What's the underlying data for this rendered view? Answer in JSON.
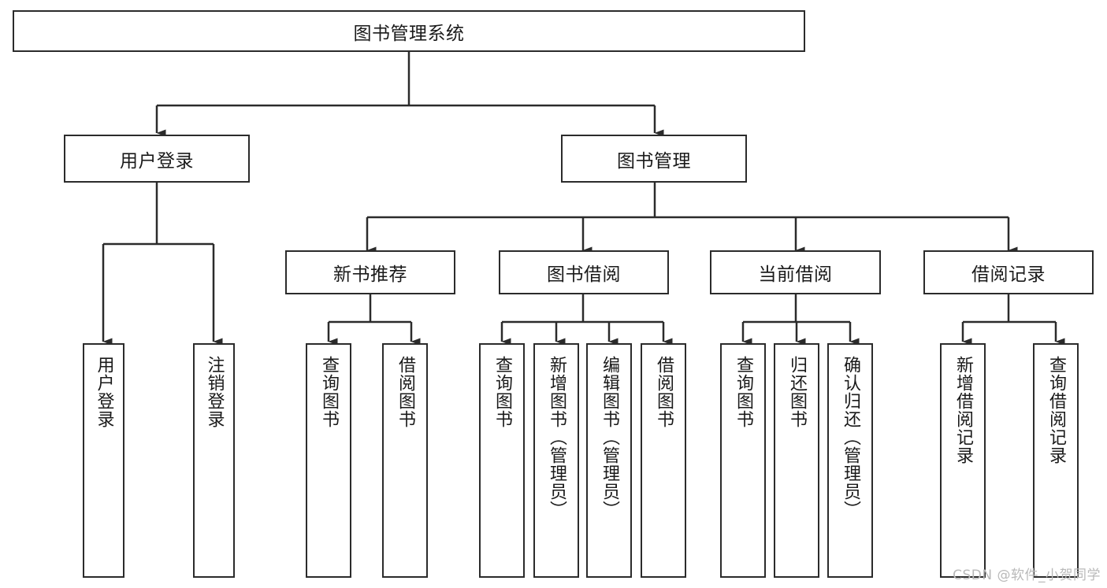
{
  "diagram": {
    "type": "tree-hierarchy-chart",
    "title": "图书管理系统",
    "watermark": "CSDN @软件_小贺同学",
    "colors": {
      "stroke": "#2b2b2b",
      "fill": "#ffffff",
      "text": "#1a1a1a",
      "watermark": "#b9b9b9"
    },
    "root": {
      "label": "图书管理系统"
    },
    "level2": [
      {
        "label": "用户登录"
      },
      {
        "label": "图书管理"
      }
    ],
    "level3": [
      {
        "label": "新书推荐"
      },
      {
        "label": "图书借阅"
      },
      {
        "label": "当前借阅"
      },
      {
        "label": "借阅记录"
      }
    ],
    "leaves_user_login": [
      {
        "label": "用户登录"
      },
      {
        "label": "注销登录"
      }
    ],
    "leaves_new_book": [
      {
        "label": "查询图书"
      },
      {
        "label": "借阅图书"
      }
    ],
    "leaves_borrow": [
      {
        "label": "查询图书"
      },
      {
        "label": "新增图书（管理员）"
      },
      {
        "label": "编辑图书（管理员）"
      },
      {
        "label": "借阅图书"
      }
    ],
    "leaves_current": [
      {
        "label": "查询图书"
      },
      {
        "label": "归还图书"
      },
      {
        "label": "确认归还（管理员）"
      }
    ],
    "leaves_record": [
      {
        "label": "新增借阅记录"
      },
      {
        "label": "查询借阅记录"
      }
    ]
  }
}
